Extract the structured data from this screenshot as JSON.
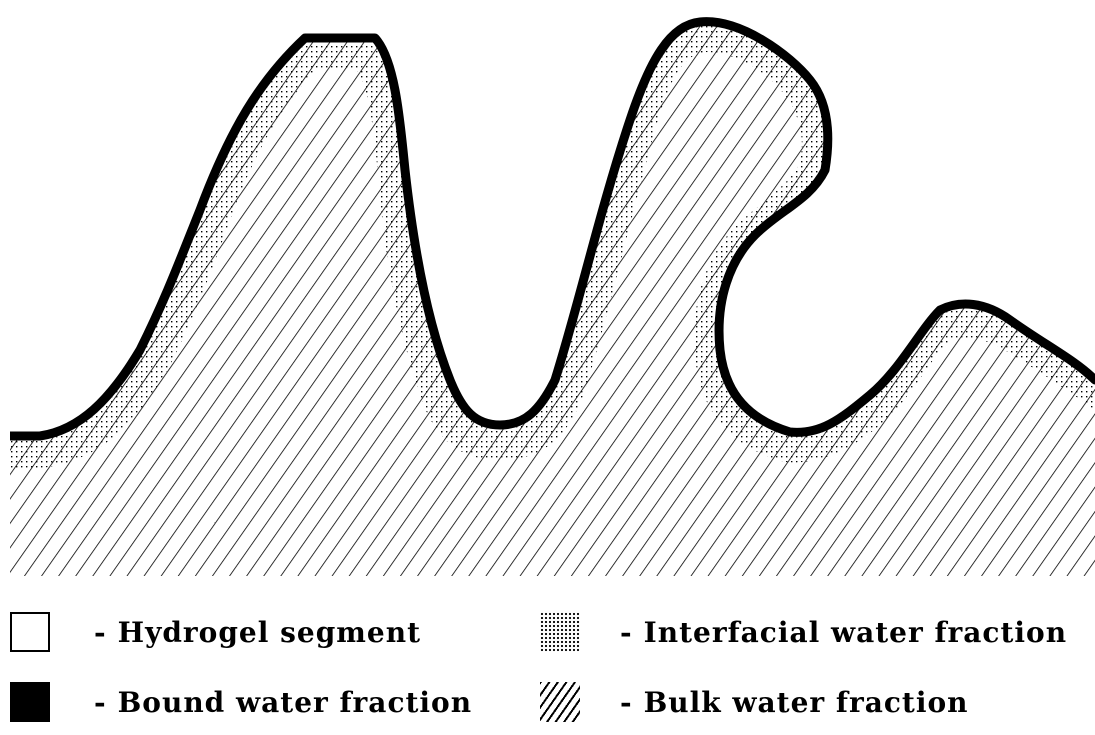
{
  "legend": {
    "items": [
      {
        "key": "hydrogel",
        "dash": "-",
        "label": "Hydrogel segment",
        "fill": "#ffffff"
      },
      {
        "key": "bound",
        "dash": "-",
        "label": "Bound water fraction",
        "fill": "#000000"
      },
      {
        "key": "interfacial",
        "dash": "-",
        "label": "Interfacial water fraction",
        "fill": "dotted"
      },
      {
        "key": "bulk",
        "dash": "-",
        "label": "Bulk water fraction",
        "fill": "diagonal-hatch"
      }
    ]
  },
  "colors": {
    "outline": "#000000",
    "background": "#ffffff"
  }
}
